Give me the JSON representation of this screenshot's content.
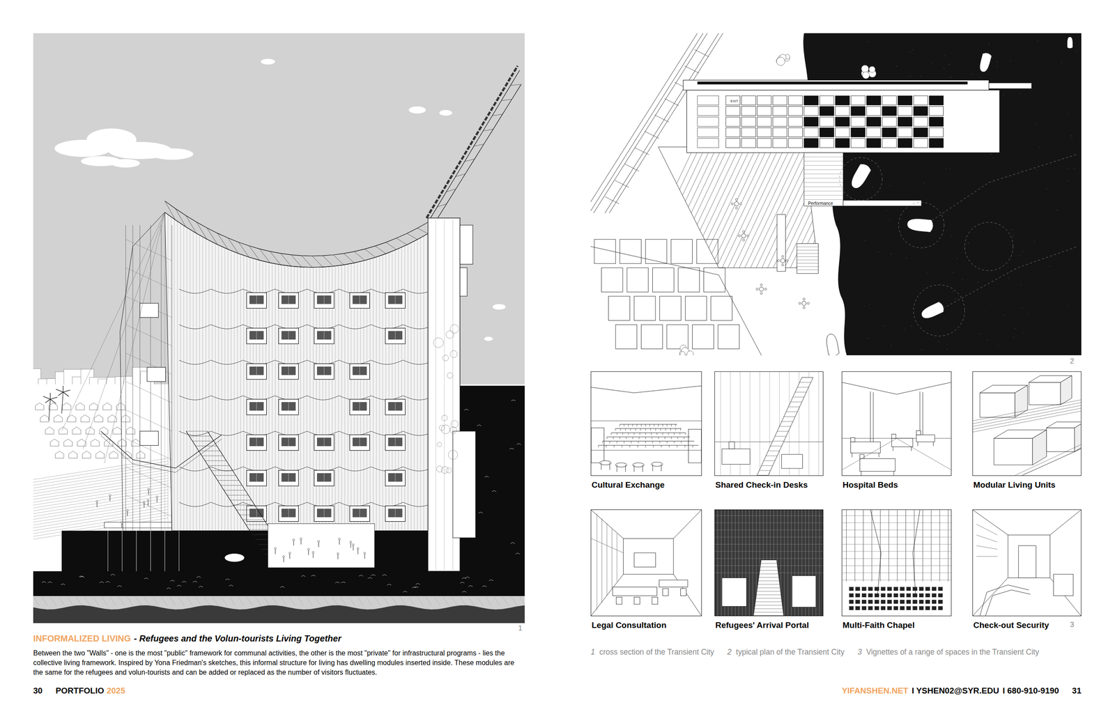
{
  "diagram": {
    "title": "INFORMALIZED LIVING",
    "caption": "Between the two \"Walls\" - one is the most \"public\" framework for communal activities, the other is the most \"private\" for infrastructural programs - lies the collective living framework. Inspired by Yona Friedman's sketches, this informal structure for living has dwelling modules inserted inside. These modules are the same for the refugees and volun-tourists and can be added or replaced as the number of visitors fluctuates.",
    "nodes": [
      {
        "text": [
          "Cultural Exchange"
        ]
      },
      {
        "text": [
          "Shared Check-in Desks"
        ]
      },
      {
        "text": [
          "Hospital Beds"
        ]
      },
      {
        "text": [
          "Modular Living Units"
        ]
      },
      {
        "text": [
          "Legal Consultation"
        ]
      },
      {
        "text": [
          "Refugees' Arrival Portal"
        ]
      },
      {
        "text": [
          "Multi-Faith Chapel"
        ]
      },
      {
        "text": [
          "Check-out Security"
        ]
      }
    ],
    "labels": [
      "1",
      "2",
      "3",
      "- Refugees and the Volun-tourists Living Together",
      "1",
      "cross section of the Transient City",
      "2",
      "typical plan of the Transient City",
      "3",
      "Vignettes of a range of spaces in the Transient City",
      "30",
      "PORTFOLIO",
      "2025",
      "YIFANSHEN.NET",
      "I YSHEN02@SYR.EDU",
      "I 680-910-9190",
      "31",
      "Performance",
      "EXIT"
    ]
  }
}
